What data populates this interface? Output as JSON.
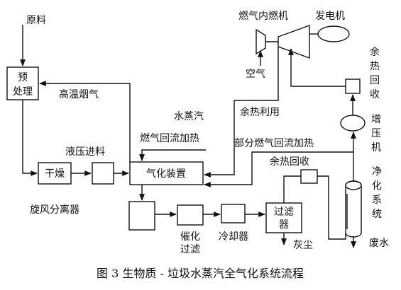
{
  "diagram": {
    "caption": "图 3   生物质 - 垃圾水蒸汽全气化系统流程",
    "nodes": {
      "raw_material": "原料",
      "pretreatment": [
        "预",
        "处理"
      ],
      "drying": "干燥",
      "gasifier": "气化装置",
      "cyclone_separator": "旋风分离器",
      "catalytic_filter": [
        "催化",
        "过滤"
      ],
      "cooler": "冷却器",
      "filter": [
        "过滤",
        "器"
      ],
      "purification_system": [
        "净",
        "化",
        "系",
        "统"
      ],
      "booster": [
        "增",
        "压",
        "机"
      ],
      "waste_heat_recovery_top": [
        "余",
        "热",
        "回",
        "收"
      ],
      "gas_engine": "燃气内燃机",
      "generator": "发电机",
      "air": "空气",
      "waste_heat_recovery_mid": "余热回收"
    },
    "labels": {
      "high_temp_flue_gas": "高温烟气",
      "steam": "水蒸汽",
      "gas_reflux_heating": "燃气回流加热",
      "hydraulic_feed": "液压进料",
      "waste_heat_utilization": "余热利用",
      "partial_gas_reflux_heating": "部分燃气回流加热",
      "ash": "灰尘",
      "waste_water": "废水"
    }
  }
}
